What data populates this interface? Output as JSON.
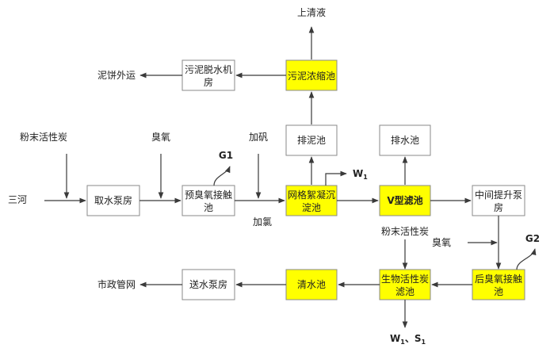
{
  "colors": {
    "process_box": "#ffffff",
    "highlight_box": "#ffff00",
    "box_border": "#8a8a8a",
    "arrow": "#3a3a3a"
  },
  "nodes": {
    "supernatant": "上清液",
    "sludge_thickener": "污泥浓缩池",
    "sludge_dewatering_line1": "污泥脱水机",
    "sludge_dewatering_line2": "房",
    "cake_transport": "泥饼外运",
    "sludge_drain_tank": "排泥池",
    "drain_tank": "排水池",
    "river": "三河",
    "intake_pump": "取水泵房",
    "preozone_line1": "预臭氧接触",
    "preozone_line2": "池",
    "floc_line1": "网格絮凝沉",
    "floc_line2": "淀池",
    "v_filter": "V型滤池",
    "lift_pump_line1": "中间提升泵",
    "lift_pump_line2": "房",
    "post_ozone_line1": "后臭氧接触",
    "post_ozone_line2": "池",
    "bac_line1": "生物活性炭",
    "bac_line2": "滤池",
    "clear_water": "清水池",
    "delivery_pump": "送水泵房",
    "municipal": "市政管网"
  },
  "inputs": {
    "pac_top": "粉末活性炭",
    "ozone_top": "臭氧",
    "alum": "加矾",
    "chlorine": "加氯",
    "pac_bottom": "粉末活性炭",
    "ozone_bottom": "臭氧"
  },
  "emissions": {
    "g1": "G1",
    "g2": "G2",
    "w1_letter": "W",
    "w1_sub": "1",
    "bottom_w": "W",
    "bottom_w_sub": "1",
    "bottom_sep": "、",
    "bottom_s": "S",
    "bottom_s_sub": "1"
  }
}
